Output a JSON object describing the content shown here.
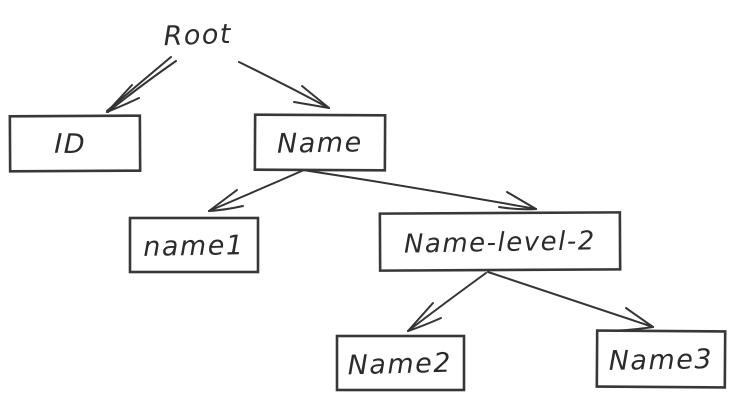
{
  "diagram": {
    "type": "tree",
    "style": "hand-drawn-sketch",
    "background_color": "#ffffff",
    "stroke_color": "#333333",
    "text_color": "#2b2b2b",
    "nodes": {
      "root": {
        "label": "Root",
        "shape": "text",
        "level": 0
      },
      "id": {
        "label": "ID",
        "shape": "box",
        "level": 1
      },
      "name": {
        "label": "Name",
        "shape": "box",
        "level": 1
      },
      "name1": {
        "label": "name1",
        "shape": "box",
        "level": 2
      },
      "name_level_2": {
        "label": "Name-level-2",
        "shape": "box",
        "level": 2
      },
      "name2": {
        "label": "Name2",
        "shape": "box",
        "level": 3
      },
      "name3": {
        "label": "Name3",
        "shape": "box",
        "level": 3
      }
    },
    "edges": [
      {
        "from": "Root",
        "to": "ID"
      },
      {
        "from": "Root",
        "to": "Name"
      },
      {
        "from": "Name",
        "to": "name1"
      },
      {
        "from": "Name",
        "to": "Name-level-2"
      },
      {
        "from": "Name-level-2",
        "to": "Name2"
      },
      {
        "from": "Name-level-2",
        "to": "Name3"
      }
    ]
  }
}
